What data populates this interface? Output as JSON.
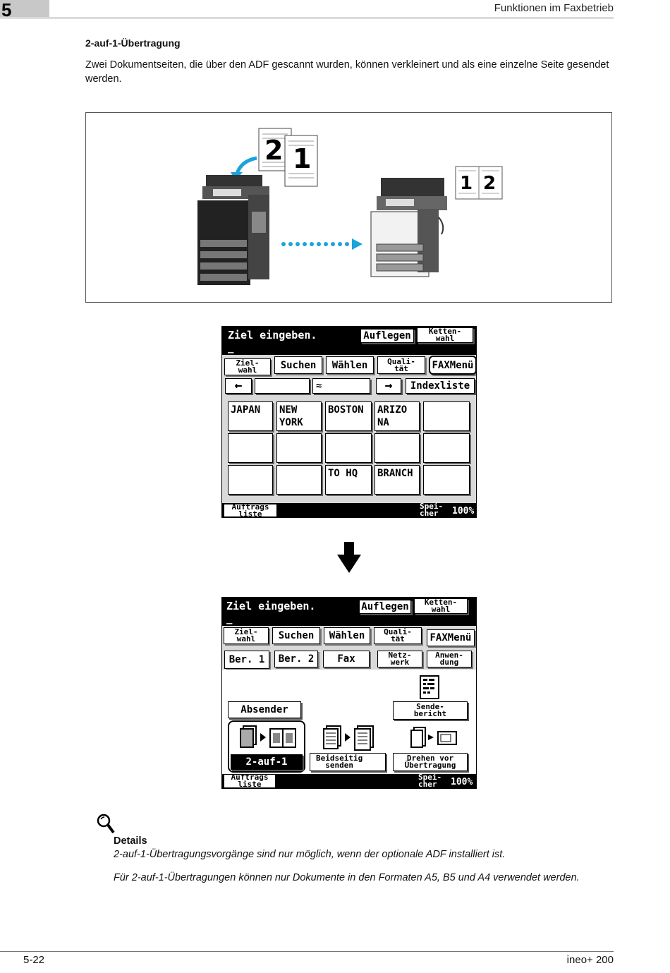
{
  "header": {
    "chapter": "5",
    "title": "Funktionen im Faxbetrieb"
  },
  "section": {
    "title": "2-auf-1-Übertragung",
    "body": "Zwei Dokumentseiten, die über den ADF gescannt wurden, können verkleinert und als eine einzelne Seite gesendet werden."
  },
  "figure": {
    "page_a": "2",
    "page_b": "1",
    "result_a": "1",
    "result_b": "2"
  },
  "screen1": {
    "prompt": "Ziel eingeben.",
    "cursor": "_",
    "btn_auflegen": "Auflegen",
    "btn_ketten": "Ketten-\nwahl",
    "tabs": [
      "Ziel-\nwahl",
      "Suchen",
      "Wählen",
      "Quali-\ntät",
      "FAXMenü"
    ],
    "btn_index": "Indexliste",
    "nav_left": "←",
    "nav_right": "→",
    "nav_mid": "≈",
    "grid": [
      [
        "JAPAN",
        "NEW\nYORK",
        "BOSTON",
        "ARIZO\nNA",
        ""
      ],
      [
        "",
        "",
        "",
        "",
        ""
      ],
      [
        "",
        "",
        "TO HQ",
        "BRANCH",
        ""
      ]
    ],
    "status_left": "Auftrags\nliste",
    "status_mem_label": "Spei-\ncher",
    "status_mem": "100%"
  },
  "arrow": "down",
  "screen2": {
    "prompt": "Ziel eingeben.",
    "cursor": "_",
    "btn_auflegen": "Auflegen",
    "btn_ketten": "Ketten-\nwahl",
    "tabs": [
      "Ziel-\nwahl",
      "Suchen",
      "Wählen",
      "Quali-\ntät",
      "FAXMenü"
    ],
    "subtabs": [
      "Ber. 1",
      "Ber. 2",
      "Fax",
      "Netz-\nwerk",
      "Anwen-\ndung"
    ],
    "btn_absender": "Absender",
    "btn_sendebericht": "Sende-\nbericht",
    "btn_2auf1": "2-auf-1",
    "btn_beidseitig": "Beidseitig\nsenden",
    "btn_drehen": "Drehen vor\nÜbertragung",
    "status_left": "Auftrags\nliste",
    "status_mem_label": "Spei-\ncher",
    "status_mem": "100%"
  },
  "details": {
    "icon": "magnifier-icon",
    "title": "Details",
    "note1": "2-auf-1-Übertragungsvorgänge sind nur möglich, wenn der optionale ADF installiert ist.",
    "note2": "Für 2-auf-1-Übertragungen können nur Dokumente in den Formaten A5, B5 und A4 verwendet werden."
  },
  "footer": {
    "page": "5-22",
    "product": "ineo+ 200"
  }
}
